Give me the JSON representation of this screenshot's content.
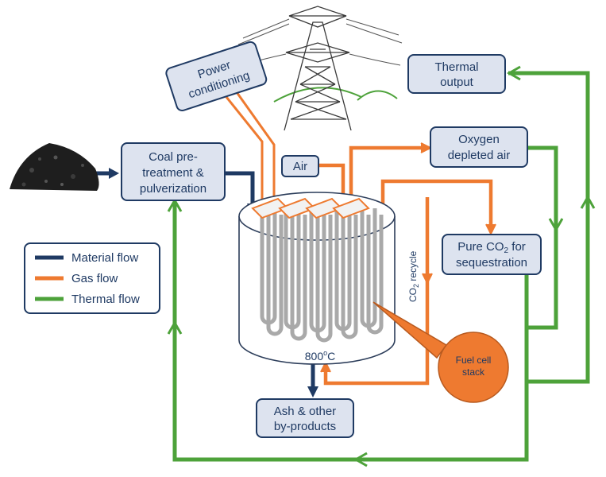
{
  "colors": {
    "material_flow": "#1f3a63",
    "gas_flow": "#ee7a30",
    "thermal_flow": "#4da23a",
    "box_fill": "#dde3ef"
  },
  "boxes": {
    "power": [
      "Power",
      "conditioning"
    ],
    "thermal_output": [
      "Thermal",
      "output"
    ],
    "oxygen_depleted_air": [
      "Oxygen",
      "depleted air"
    ],
    "coal_pretreatment": [
      "Coal pre-",
      "treatment &",
      "pulverization"
    ],
    "air": "Air",
    "pure_co2": {
      "line1_prefix": "Pure CO",
      "line1_sub": "2",
      "line1_suffix": " for",
      "line2": "sequestration"
    },
    "ash": [
      "Ash & other",
      "by-products"
    ]
  },
  "stack": {
    "temperature_value": "800",
    "temperature_sup": "o",
    "temperature_unit": "C",
    "label": [
      "Fuel cell",
      "stack"
    ]
  },
  "co2_recycle": {
    "prefix": "CO",
    "sub": "2",
    "suffix": " recycle"
  },
  "legend": {
    "items": [
      {
        "label": "Material flow",
        "color": "#1f3a63"
      },
      {
        "label": "Gas flow",
        "color": "#ee7a30"
      },
      {
        "label": "Thermal flow",
        "color": "#4da23a"
      }
    ]
  }
}
